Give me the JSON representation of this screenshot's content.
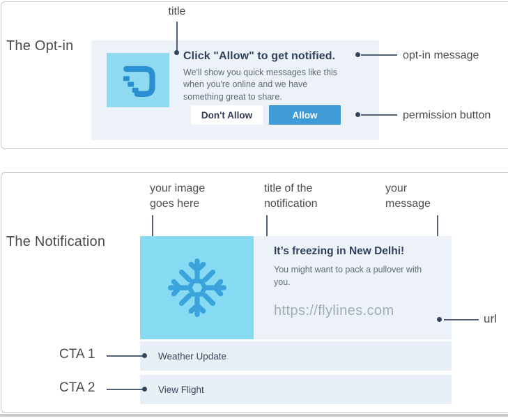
{
  "optin": {
    "section_label": "The Opt-in",
    "card": {
      "title": "Click \"Allow\" to get notified.",
      "body": "We'll show you quick messages like this when you're online and we have something great to share.",
      "deny_label": "Don't Allow",
      "allow_label": "Allow"
    },
    "annotations": {
      "title": "title",
      "message": "opt-in message",
      "button": "permission button"
    }
  },
  "notification": {
    "section_label": "The Notification",
    "card": {
      "title": "It’s freezing in New Delhi!",
      "body": "You might want to pack a pullover with you.",
      "url": "https://flylines.com",
      "cta1": "Weather Update",
      "cta2": "View Flight"
    },
    "annotations": {
      "image": "your image goes here",
      "title": "title of the notification",
      "message": "your message",
      "url": "url",
      "cta1": "CTA 1",
      "cta2": "CTA 2"
    }
  },
  "colors": {
    "accent": "#3f9ad8",
    "cardbg": "#edf2f8",
    "rowbg": "#e9eff6",
    "iconbg": "#8fd9f1",
    "imgbg": "#86daf2",
    "logo": "#2b8fd3",
    "snowflake": "#3aa3dc",
    "ann": "#34445a"
  }
}
